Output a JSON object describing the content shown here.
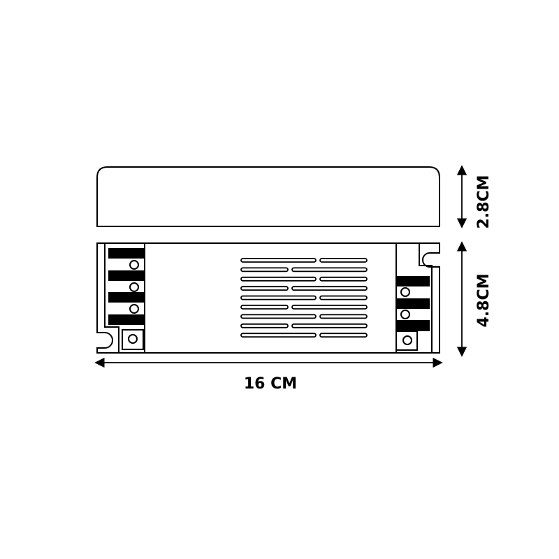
{
  "dimensions": {
    "height_label": "2.8CM",
    "width_label": "4.8CM",
    "length_label": "16 CM"
  },
  "colors": {
    "line": "#000000",
    "background": "#ffffff"
  }
}
